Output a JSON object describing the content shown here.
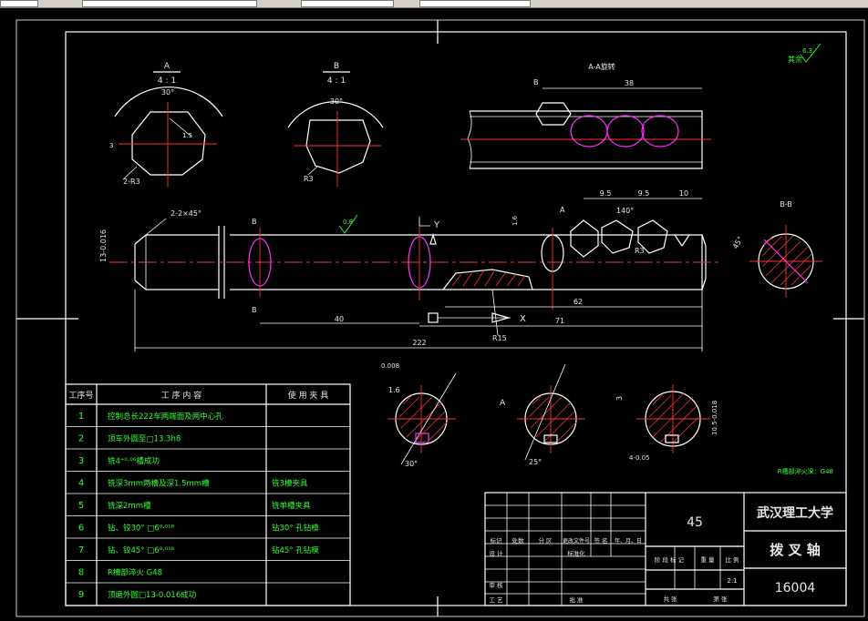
{
  "drawing": {
    "section_a": {
      "name": "A",
      "scale": "4 : 1",
      "angle": "30°",
      "dim_side": "3",
      "dim_small": "1.5",
      "chamfer": "2-R3"
    },
    "section_b": {
      "name": "B",
      "scale": "4 : 1",
      "angle": "30°",
      "radius": "R3"
    },
    "rotated_view": {
      "label": "A-A旋转",
      "dim_top": "38",
      "marker": "B"
    },
    "roughness_other": "其余",
    "roughness_other_value": "6.3",
    "section_bb": "B-B",
    "section_bb_angle": "45°",
    "main_view": {
      "chamfer": "2-2×45°",
      "diameter": "13-0.016",
      "roughness": "0.8",
      "dim_40": "40",
      "dim_222": "222",
      "dim_62": "62",
      "dim_71": "71",
      "dim_9_5_a": "9.5",
      "dim_9_5_b": "9.5",
      "dim_10": "10",
      "dim_1_6": "1.6",
      "angle_140": "140°",
      "radius_r3": "R3",
      "radius_r15": "R15",
      "label_a_top": "A",
      "label_b_top": "B",
      "label_b_bottom": "B",
      "label_b_small": "B",
      "label_a": "A"
    },
    "sub_section_1": {
      "dim_1_6": "1.6",
      "angle": "30°",
      "tol": "0.008"
    },
    "sub_section_2": {
      "angle": "25°",
      "marker": "A"
    },
    "sub_section_3": {
      "dim_3": "3",
      "dim_10": "10.5-0.018",
      "dim_4": "4-0.05"
    },
    "hardness_note": "R槽部淬火深：G48"
  },
  "process_table": {
    "headers": [
      "工序号",
      "工 序 内 容",
      "使 用 夹 具"
    ],
    "rows": [
      {
        "no": "1",
        "content": "控制总长222车两端面及两中心孔",
        "fixture": ""
      },
      {
        "no": "2",
        "content": "顶车外圆至□13.3h8",
        "fixture": ""
      },
      {
        "no": "3",
        "content": "铣4⁺⁰·⁰⁶槽成功",
        "fixture": ""
      },
      {
        "no": "4",
        "content": "铣深3mm两槽及深1.5mm槽",
        "fixture": "铣3槽夹具"
      },
      {
        "no": "5",
        "content": "铣深2mm槽",
        "fixture": "铣单槽夹具"
      },
      {
        "no": "6",
        "content": "钻、铰30° □6⁰·⁰¹⁸",
        "fixture": "钻30° 孔钻模"
      },
      {
        "no": "7",
        "content": "钻、铰45° □6⁰·⁰¹⁸",
        "fixture": "钻45° 孔钻模"
      },
      {
        "no": "8",
        "content": "R槽部淬火 G48",
        "fixture": ""
      },
      {
        "no": "9",
        "content": "顶磨外圆□13-0.016成功",
        "fixture": ""
      }
    ]
  },
  "title_block": {
    "material": "45",
    "university": "武汉理工大学",
    "part_name": "拨 叉 轴",
    "drawing_no": "16004",
    "scale_value": "2:1",
    "labels": {
      "marker": "标记",
      "count": "处数",
      "zone": "分 区",
      "change_doc": "更改文件号",
      "sign": "签 名",
      "date": "年、月、日",
      "design": "设 计",
      "standardize": "标准化",
      "stage_mark": "阶 段 标 记",
      "weight": "重 量",
      "scale": "比 例",
      "review": "审 核",
      "process": "工 艺",
      "approve": "批 准",
      "sheets_total": "共  张",
      "sheet_no": "第  张"
    }
  }
}
